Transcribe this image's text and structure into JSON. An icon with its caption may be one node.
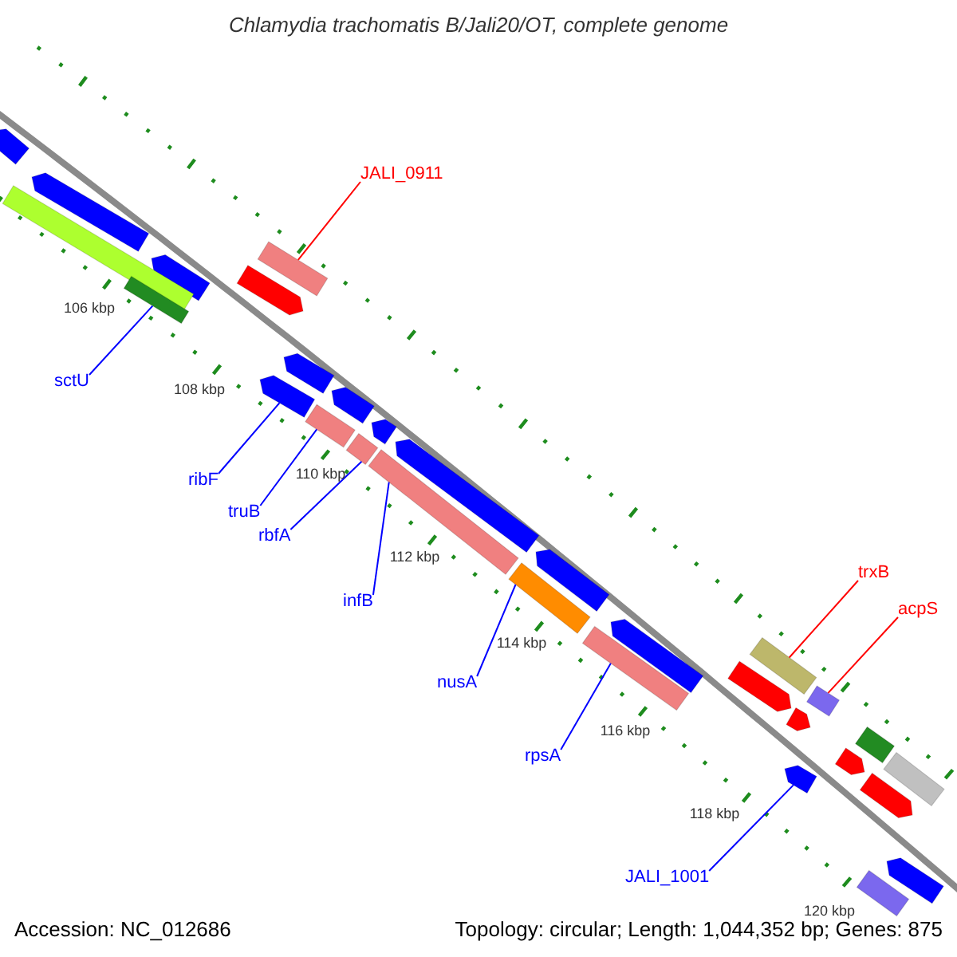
{
  "diagram": {
    "title": "Chlamydia trachomatis B/Jali20/OT, complete genome",
    "nodes": [
      {
        "text": [
          "JALI_0911"
        ]
      },
      {
        "text": [
          "sctU"
        ]
      },
      {
        "text": [
          "ribF"
        ]
      },
      {
        "text": [
          "truB"
        ]
      },
      {
        "text": [
          "rbfA"
        ]
      },
      {
        "text": [
          "infB"
        ]
      },
      {
        "text": [
          "nusA"
        ]
      },
      {
        "text": [
          "rpsA"
        ]
      },
      {
        "text": [
          "trxB"
        ]
      },
      {
        "text": [
          "acpS"
        ]
      },
      {
        "text": [
          "JALI_1001"
        ]
      },
      {
        "text": [],
        "shape": "arrow"
      },
      {
        "text": [],
        "shape": "arrow"
      },
      {
        "text": [],
        "shape": "arrow"
      },
      {
        "text": [],
        "shape": "bar"
      },
      {
        "text": [],
        "shape": "bar"
      },
      {
        "text": [],
        "shape": "bar"
      },
      {
        "text": [],
        "shape": "arrow"
      },
      {
        "text": [],
        "shape": "arrow"
      },
      {
        "text": [],
        "shape": "arrow"
      },
      {
        "text": [],
        "shape": "arrow"
      },
      {
        "text": [],
        "shape": "arrow"
      },
      {
        "text": [],
        "shape": "arrow"
      },
      {
        "text": [],
        "shape": "arrow"
      },
      {
        "text": [],
        "shape": "arrow"
      },
      {
        "text": [],
        "shape": "bar"
      },
      {
        "text": [],
        "shape": "bar"
      },
      {
        "text": [],
        "shape": "bar"
      },
      {
        "text": [],
        "shape": "bar"
      },
      {
        "text": [],
        "shape": "bar"
      },
      {
        "text": [],
        "shape": "arrow"
      },
      {
        "text": [],
        "shape": "bar"
      },
      {
        "text": [],
        "shape": "arrow"
      },
      {
        "text": [],
        "shape": "bar"
      },
      {
        "text": [],
        "shape": "arrow"
      },
      {
        "text": [],
        "shape": "arrow"
      },
      {
        "text": [],
        "shape": "bar"
      },
      {
        "text": [],
        "shape": "arrow"
      },
      {
        "text": [],
        "shape": "bar"
      },
      {
        "text": [],
        "shape": "arrow"
      },
      {
        "text": [],
        "shape": "bar"
      }
    ],
    "edges": [
      {
        "from": 0,
        "to": 16,
        "arrow": "none",
        "color": "#ff0000"
      },
      {
        "from": 1,
        "to": 15,
        "arrow": "none"
      },
      {
        "from": 2,
        "to": 24,
        "arrow": "none"
      },
      {
        "from": 3,
        "to": 25,
        "arrow": "none"
      },
      {
        "from": 4,
        "to": 26,
        "arrow": "none"
      },
      {
        "from": 5,
        "to": 27,
        "arrow": "none"
      },
      {
        "from": 6,
        "to": 28,
        "arrow": "none"
      },
      {
        "from": 7,
        "to": 29,
        "arrow": "none"
      },
      {
        "from": 8,
        "to": 31,
        "arrow": "none",
        "color": "#ff0000"
      },
      {
        "from": 9,
        "to": 33,
        "arrow": "none",
        "color": "#ff0000"
      },
      {
        "from": 10,
        "to": 34,
        "arrow": "none"
      }
    ],
    "labels": [
      "106 kbp",
      "108 kbp",
      "110 kbp",
      "112 kbp",
      "114 kbp",
      "116 kbp",
      "118 kbp",
      "120 kbp",
      "Accession: NC_012686",
      "Topology: circular; Length: 1,044,352 bp; Genes: 875"
    ]
  }
}
